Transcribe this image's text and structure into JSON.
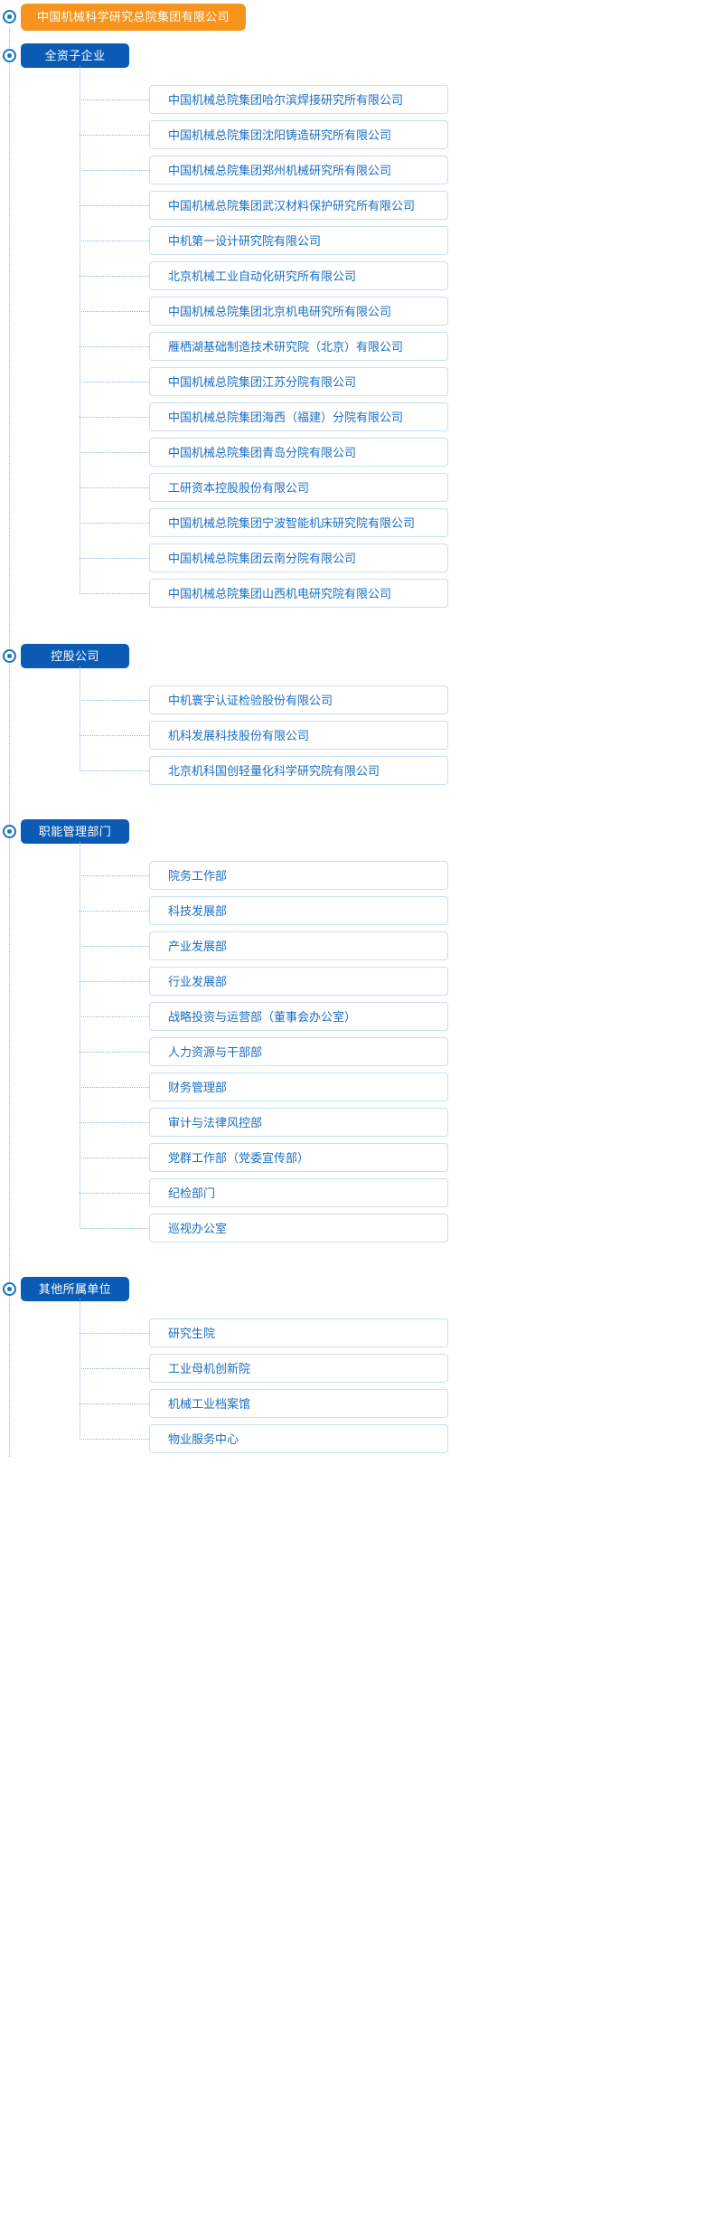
{
  "root": {
    "label": "中国机械科学研究总院集团有限公司",
    "color": "#f7941d"
  },
  "theme": {
    "category_color": "#0b5bb5",
    "card_border": "#c9dff2",
    "card_text": "#1a6ec4",
    "connector": "#8fb8dd",
    "marker": "#1673c4"
  },
  "groups": [
    {
      "label": "全资子企业",
      "children": [
        {
          "label": "中国机械总院集团哈尔滨焊接研究所有限公司"
        },
        {
          "label": "中国机械总院集团沈阳铸造研究所有限公司"
        },
        {
          "label": "中国机械总院集团郑州机械研究所有限公司"
        },
        {
          "label": "中国机械总院集团武汉材料保护研究所有限公司"
        },
        {
          "label": "中机第一设计研究院有限公司"
        },
        {
          "label": "北京机械工业自动化研究所有限公司"
        },
        {
          "label": "中国机械总院集团北京机电研究所有限公司"
        },
        {
          "label": "雁栖湖基础制造技术研究院（北京）有限公司"
        },
        {
          "label": "中国机械总院集团江苏分院有限公司"
        },
        {
          "label": "中国机械总院集团海西（福建）分院有限公司"
        },
        {
          "label": "中国机械总院集团青岛分院有限公司"
        },
        {
          "label": "工研资本控股股份有限公司"
        },
        {
          "label": "中国机械总院集团宁波智能机床研究院有限公司"
        },
        {
          "label": "中国机械总院集团云南分院有限公司"
        },
        {
          "label": "中国机械总院集团山西机电研究院有限公司"
        }
      ]
    },
    {
      "label": "控股公司",
      "children": [
        {
          "label": "中机寰宇认证检验股份有限公司"
        },
        {
          "label": "机科发展科技股份有限公司"
        },
        {
          "label": "北京机科国创轻量化科学研究院有限公司"
        }
      ]
    },
    {
      "label": "职能管理部门",
      "children": [
        {
          "label": "院务工作部"
        },
        {
          "label": "科技发展部"
        },
        {
          "label": "产业发展部"
        },
        {
          "label": "行业发展部"
        },
        {
          "label": "战略投资与运营部（董事会办公室）"
        },
        {
          "label": "人力资源与干部部"
        },
        {
          "label": "财务管理部"
        },
        {
          "label": "审计与法律风控部"
        },
        {
          "label": "党群工作部（党委宣传部）"
        },
        {
          "label": "纪检部门"
        },
        {
          "label": "巡视办公室"
        }
      ]
    },
    {
      "label": "其他所属单位",
      "children": [
        {
          "label": "研究生院"
        },
        {
          "label": "工业母机创新院"
        },
        {
          "label": "机械工业档案馆"
        },
        {
          "label": "物业服务中心"
        }
      ]
    }
  ]
}
